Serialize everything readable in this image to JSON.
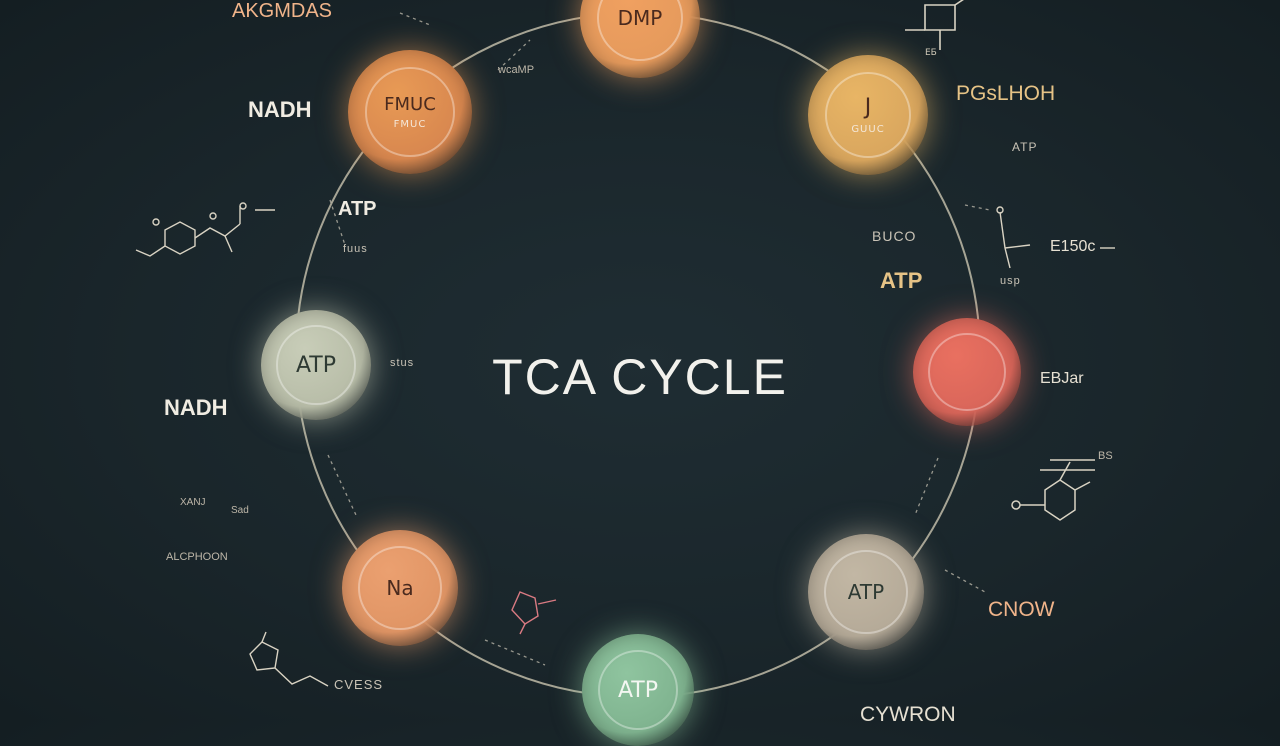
{
  "title": "TCA CYCLE",
  "nodes": [
    {
      "label": "DMP",
      "sub": "",
      "fill": "#e59a5c",
      "glow": "#f0a060"
    },
    {
      "label": "FMUC",
      "sub": "FMUC",
      "fill": "#d8874f",
      "glow": "#e89a55"
    },
    {
      "label": "J",
      "sub": "GUUC",
      "fill": "#d9a65e",
      "glow": "#e8b565"
    },
    {
      "label": "ATP",
      "sub": "",
      "fill": "#b8bda8",
      "glow": "#c8cdb8"
    },
    {
      "label": "",
      "sub": "",
      "fill": "#d9665a",
      "glow": "#e97060"
    },
    {
      "label": "Na",
      "sub": "",
      "fill": "#e09565",
      "glow": "#eba070"
    },
    {
      "label": "ATP",
      "sub": "",
      "fill": "#b5aa98",
      "glow": "#c2b7a4"
    },
    {
      "label": "ATP",
      "sub": "",
      "fill": "#7fb38f",
      "glow": "#8fc49f"
    }
  ],
  "labels": {
    "top_left": "AKGMDAS",
    "nadh_upper": "NADH",
    "atp_left": "ATP",
    "atp_left_small": "fuus",
    "nadh_lower": "NADH",
    "mid_left_small": "stus",
    "pgo": "PGsLHOH",
    "atp_small_right": "ATP",
    "atp_right_small": "BUCO",
    "atp_right": "ATP",
    "right_formula": "E150c",
    "right_small": "usp",
    "ebjar": "EBJar",
    "cnow": "CNOW",
    "axand": "XANJ",
    "sad": "Sad",
    "alcphoon": "ALCPHOON",
    "top_small": "wcaMP",
    "bottom_small": "CVESS",
    "bottom_right": "CYWRON",
    "bottom_right_mini": "BS"
  }
}
